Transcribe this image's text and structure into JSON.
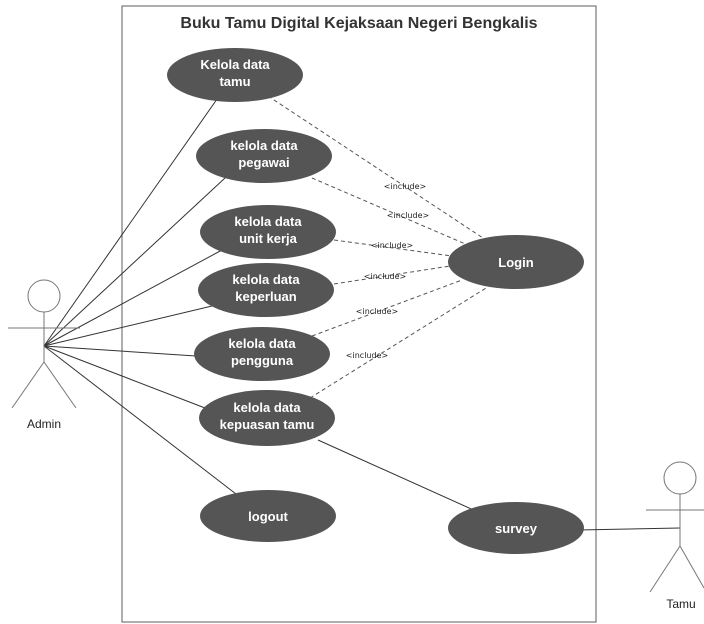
{
  "diagram": {
    "system_title": "Buku Tamu Digital Kejaksaan Negeri Bengkalis",
    "colors": {
      "usecase_fill": "#555555",
      "usecase_text": "#ffffff",
      "line": "#333333",
      "dashed_line": "#555555"
    },
    "actors": {
      "admin": "Admin",
      "tamu": "Tamu"
    },
    "usecases": {
      "kelola_data_tamu": [
        "Kelola data",
        "tamu"
      ],
      "kelola_data_pegawai": [
        "kelola data",
        "pegawai"
      ],
      "kelola_data_unit_kerja": [
        "kelola data",
        "unit kerja"
      ],
      "kelola_data_keperluan": [
        "kelola data",
        "keperluan"
      ],
      "kelola_data_pengguna": [
        "kelola data",
        "pengguna"
      ],
      "kelola_data_kepuasan_tamu": [
        "kelola data",
        "kepuasan tamu"
      ],
      "logout": "logout",
      "login": "Login",
      "survey": "survey"
    },
    "include_label": "<include>"
  }
}
